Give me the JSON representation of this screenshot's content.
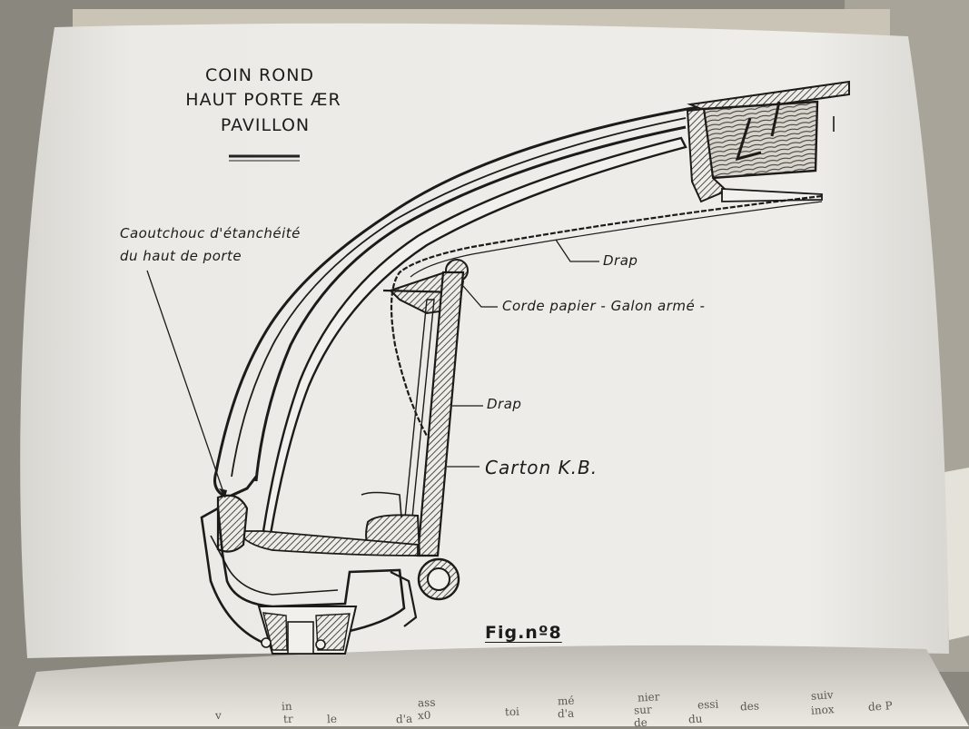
{
  "title": {
    "line1": "COIN ROND",
    "line2": "HAUT PORTE ÆR",
    "line3": "PAVILLON"
  },
  "labels": {
    "caoutchouc_line1": "Caoutchouc d'étanchéité",
    "caoutchouc_line2": "du haut de porte",
    "drap_top": "Drap",
    "corde": "Corde papier - Galon armé -",
    "drap_mid": "Drap",
    "carton": "Carton K.B."
  },
  "figure_label": "Fig.nº8",
  "next_page_fragments": [
    "de P",
    "suiv",
    "inox",
    "des",
    "essi",
    "du",
    "nier",
    "sur",
    "de",
    "mé",
    "d'a",
    "toi",
    "ass",
    "x0",
    "d'a",
    "le",
    "in",
    "tr",
    "v"
  ]
}
